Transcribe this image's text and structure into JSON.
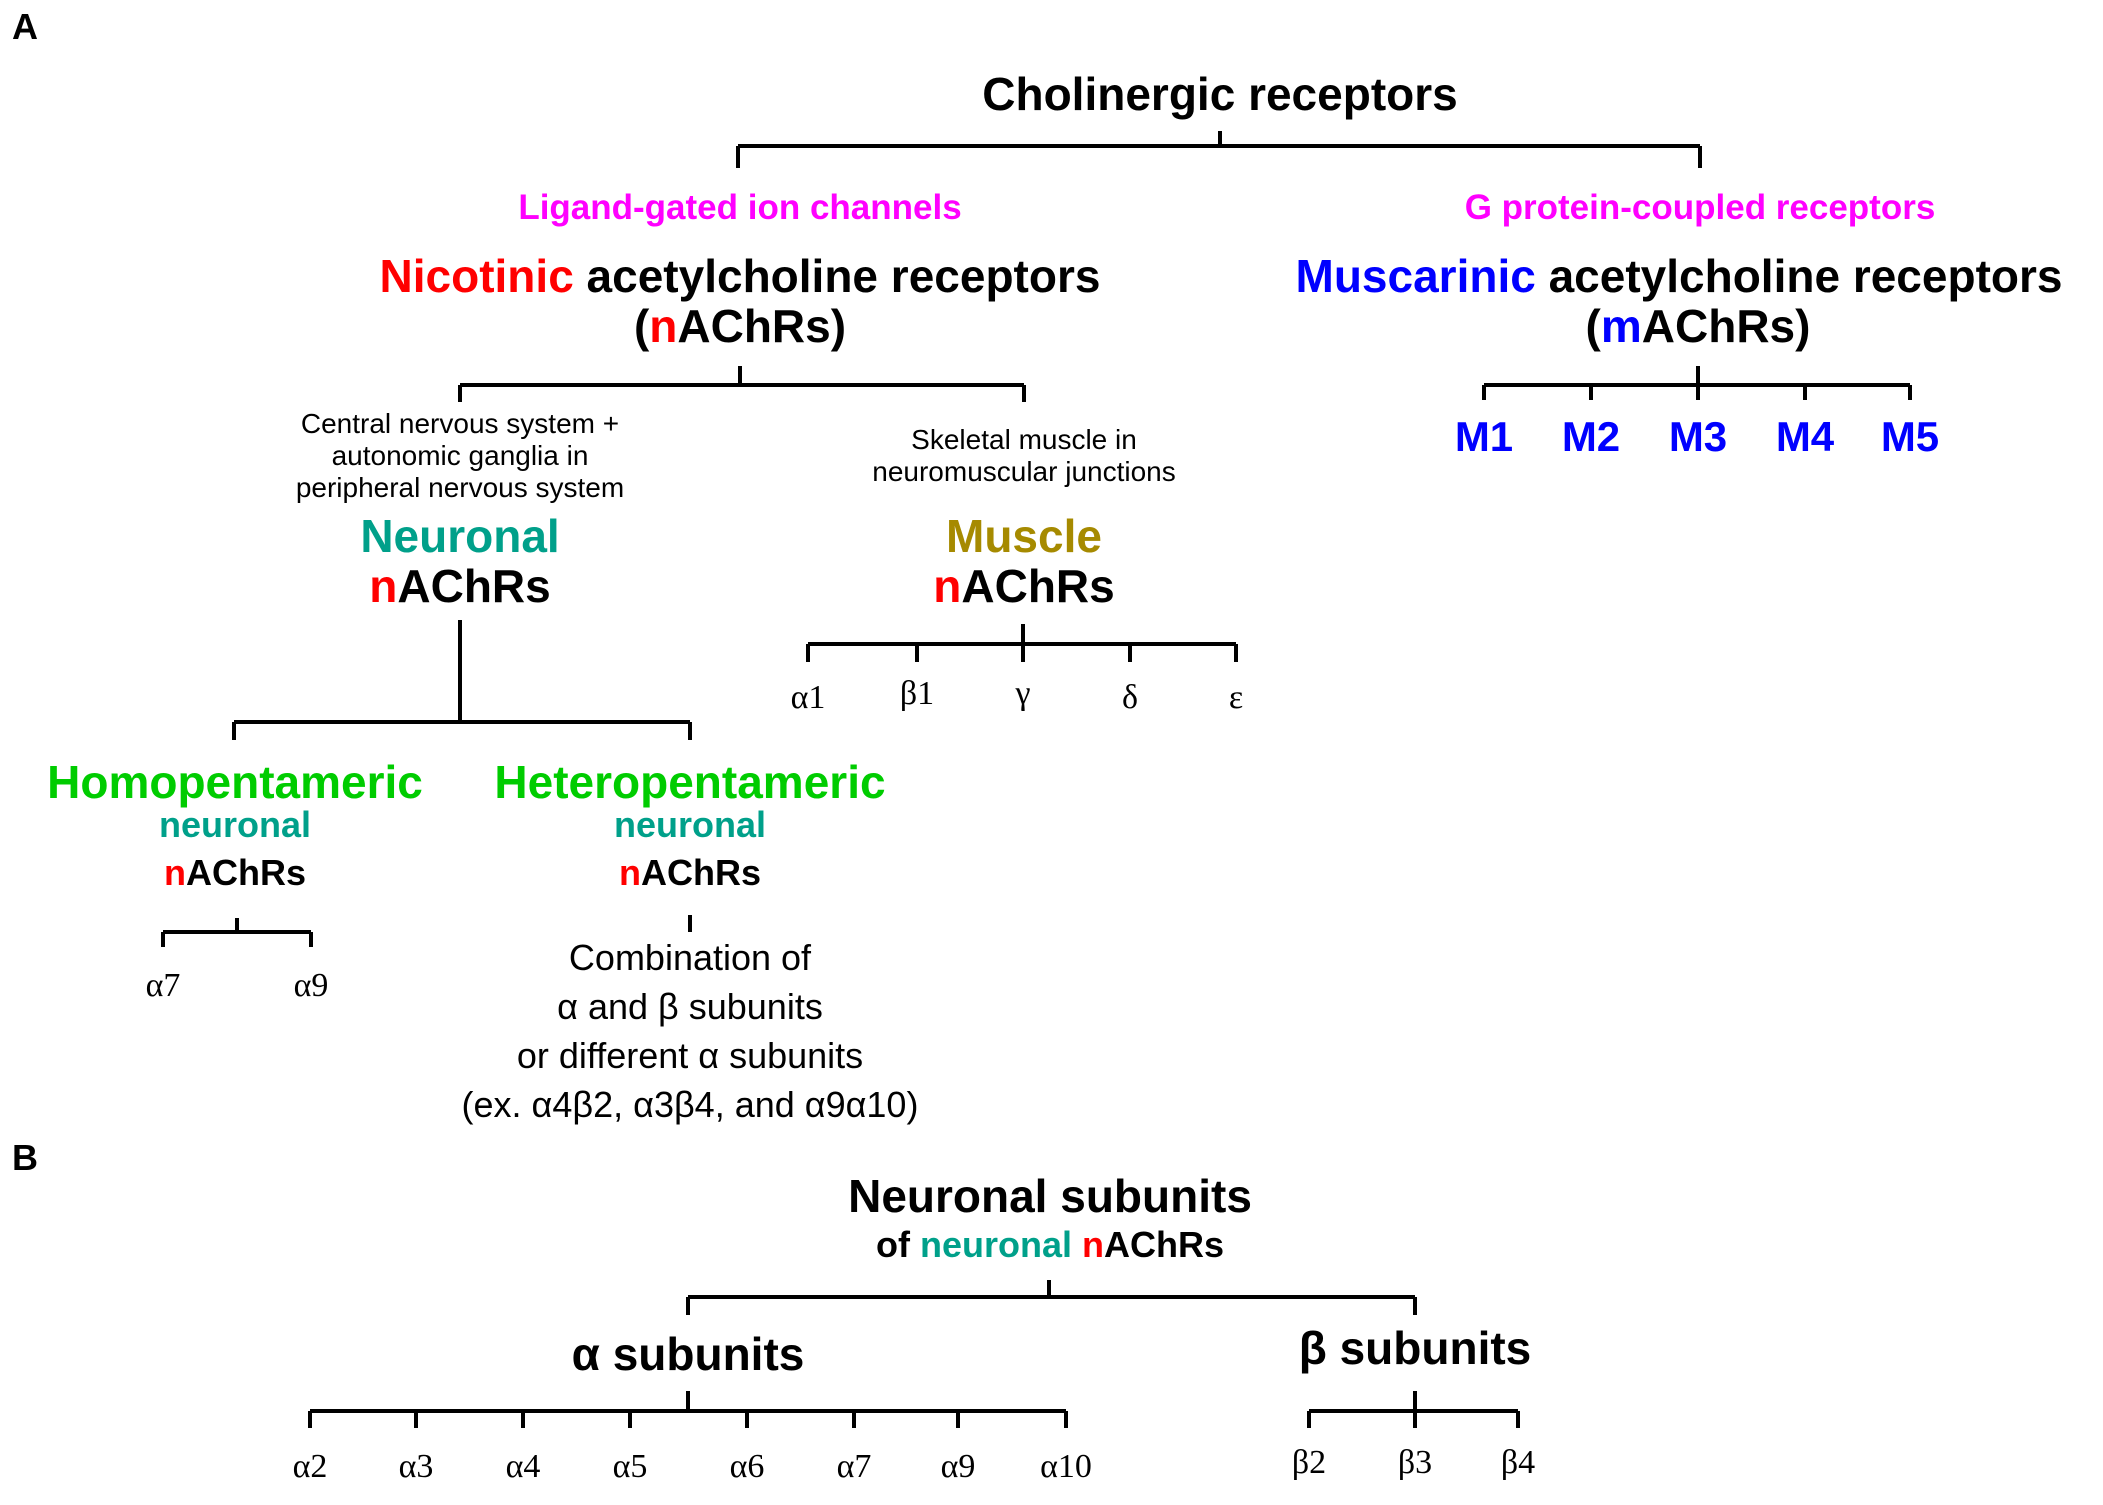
{
  "panel_a_label": "A",
  "panel_b_label": "B",
  "colors": {
    "magenta": "#ff00ff",
    "red": "#ff0000",
    "blue": "#0000ff",
    "teal": "#00a08a",
    "green": "#00cc00",
    "olive": "#a68a00"
  },
  "root": "Cholinergic receptors",
  "ligand": {
    "class": "Ligand-gated ion channels",
    "name_prefix": "Nicotinic",
    "name_rest": " acetylcholine receptors",
    "abbr_open": "(",
    "abbr_prefix": "n",
    "abbr_rest": "AChRs)"
  },
  "gpcr": {
    "class": "G protein-coupled receptors",
    "name_prefix": "Muscarinic",
    "name_rest": " acetylcholine receptors",
    "abbr_open": "(",
    "abbr_prefix": "m",
    "abbr_rest": "AChRs)",
    "subtypes": [
      "M1",
      "M2",
      "M3",
      "M4",
      "M5"
    ]
  },
  "neuronal": {
    "location_lines": [
      "Central nervous system +",
      "autonomic ganglia in",
      "peripheral nervous system"
    ],
    "title": "Neuronal",
    "abbr_prefix": "n",
    "abbr_rest": "AChRs"
  },
  "muscle": {
    "location_lines": [
      "Skeletal muscle in",
      "neuromuscular junctions"
    ],
    "title": "Muscle",
    "abbr_prefix": "n",
    "abbr_rest": "AChRs",
    "subunits": [
      "α1",
      "β1",
      "γ",
      "δ",
      "ε"
    ]
  },
  "homo": {
    "title": "Homopentameric",
    "sub": "neuronal",
    "abbr_prefix": "n",
    "abbr_rest": "AChRs",
    "subunits": [
      "α7",
      "α9"
    ]
  },
  "hetero": {
    "title": "Heteropentameric",
    "sub": "neuronal",
    "abbr_prefix": "n",
    "abbr_rest": "AChRs",
    "desc_lines": [
      "Combination of",
      "α and β subunits",
      "or different α subunits",
      "(ex. α4β2, α3β4, and α9α10)"
    ]
  },
  "panel_b": {
    "title": "Neuronal subunits",
    "of": "of ",
    "neuronal": "neuronal",
    "space": " ",
    "n": "n",
    "achrs": "AChRs",
    "alpha_title": "α subunits",
    "beta_title": "β subunits",
    "alpha": [
      "α2",
      "α3",
      "α4",
      "α5",
      "α6",
      "α7",
      "α9",
      "α10"
    ],
    "beta": [
      "β2",
      "β3",
      "β4"
    ]
  }
}
